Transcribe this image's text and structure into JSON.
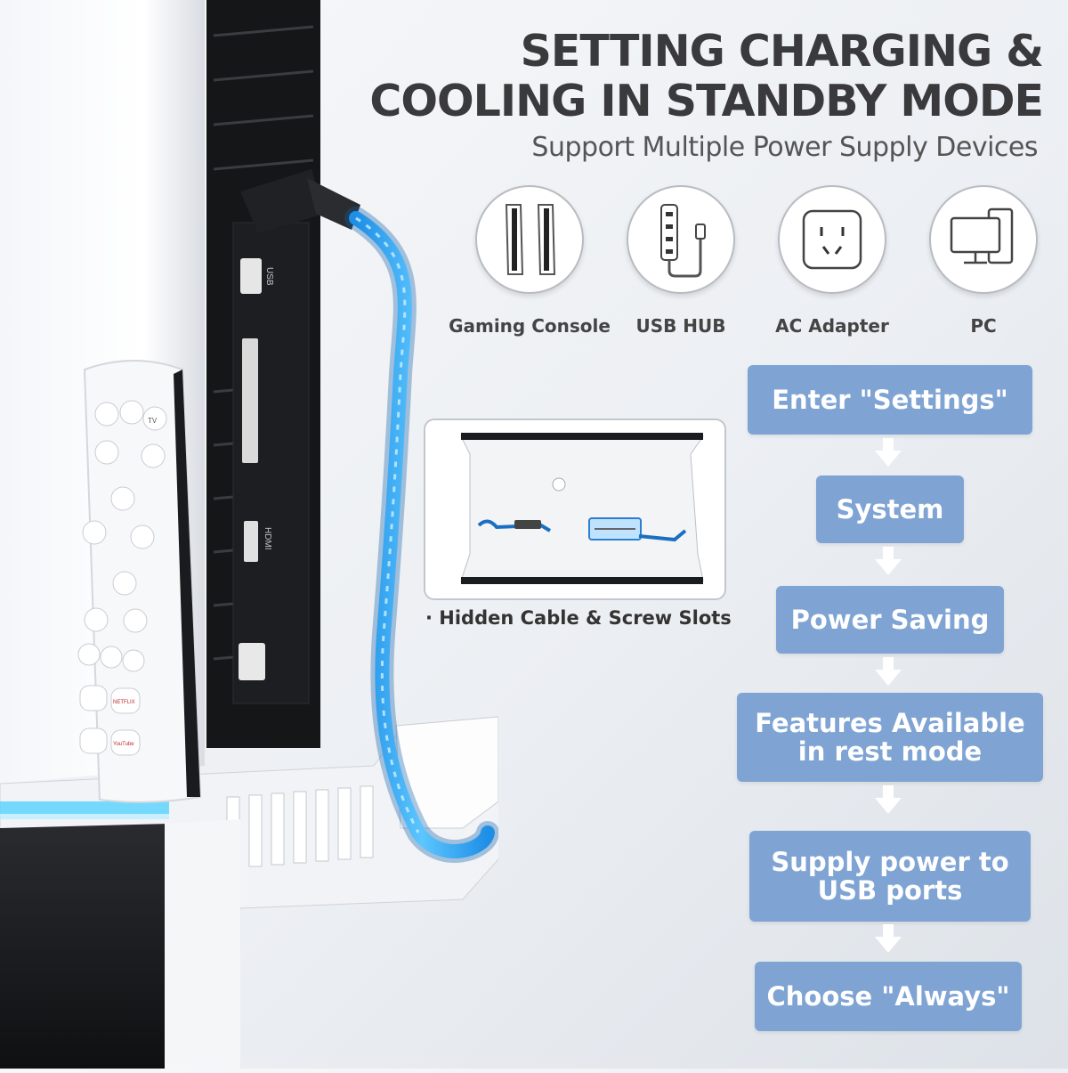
{
  "headline": {
    "line1": "SETTING CHARGING &",
    "line2": "COOLING IN STANDBY MODE",
    "subtitle": "Support Multiple Power Supply Devices"
  },
  "devices": [
    {
      "label": "Gaming Console",
      "icon": "gaming-console-icon"
    },
    {
      "label": "USB HUB",
      "icon": "usb-hub-icon"
    },
    {
      "label": "AC Adapter",
      "icon": "ac-adapter-icon"
    },
    {
      "label": "PC",
      "icon": "pc-icon"
    }
  ],
  "inset": {
    "caption": "· Hidden Cable & Screw Slots"
  },
  "steps": [
    {
      "line1": "Enter \"Settings\"",
      "line2": ""
    },
    {
      "line1": "System",
      "line2": ""
    },
    {
      "line1": "Power Saving",
      "line2": ""
    },
    {
      "line1": "Features Available",
      "line2": "in rest mode"
    },
    {
      "line1": "Supply power to",
      "line2": "USB ports"
    },
    {
      "line1": "Choose \"Always\"",
      "line2": ""
    }
  ],
  "console": {
    "port_labels": [
      "USB",
      "HDMI"
    ],
    "remote_buttons": [
      "TV",
      "NETFLIX",
      "YouTube"
    ]
  },
  "colors": {
    "step_fill": "#7fa4d4",
    "cable_glow": "#3aa9ff",
    "led_strip": "#5fd4ff",
    "headline": "#3a3a3c"
  }
}
